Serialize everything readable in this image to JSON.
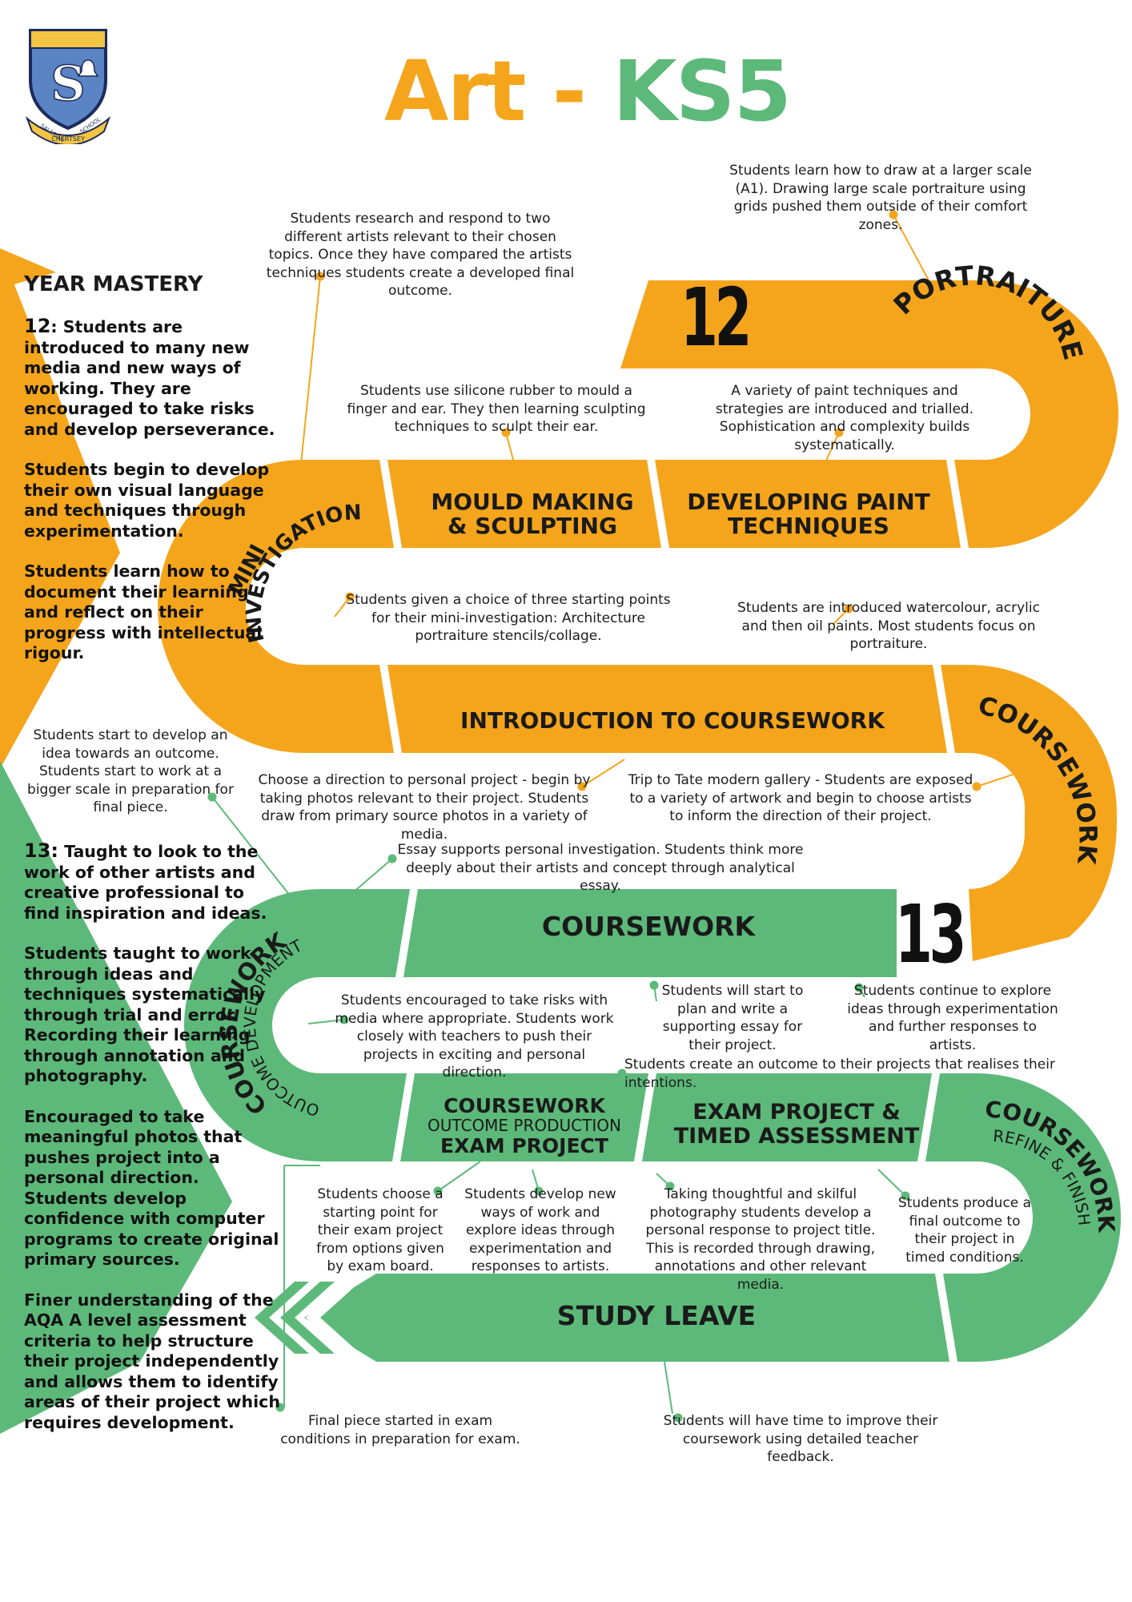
{
  "header": {
    "title_part1": "Art - ",
    "title_part2": "KS5"
  },
  "logo": {
    "text_left": "SALESIAN",
    "text_right": "SCHOOL",
    "text_bottom": "CHERTSEY",
    "colors": {
      "shield": "#5B84C4",
      "gold": "#F2C542",
      "navy": "#1D2A5C"
    }
  },
  "colors": {
    "orange": "#F5A51C",
    "green": "#5DB97A",
    "text": "#1a1a1a"
  },
  "sidebar": {
    "heading": "YEAR MASTERY",
    "y12_num": "12",
    "y12_text": ": Students are introduced to many new media and new ways of working. They are encouraged to take risks and develop perseverance.",
    "y12_p2": "Students begin to develop their own visual language and techniques through experimentation.",
    "y12_p3": "Students learn how to document their learning and reflect on their progress with intellectual rigour.",
    "y13_num": "13:",
    "y13_text": " Taught to look to the work of other artists and creative professional to find inspiration and ideas.",
    "y13_p2": "Students taught to work through ideas and techniques systematically through trial and error. Recording their learning through annotation and photography.",
    "y13_p3": "Encouraged to take meaningful photos that pushes project into a personal direction. Students develop confidence with computer programs to create original primary sources.",
    "y13_p4": "Finer understanding of the AQA A level assessment criteria to help structure their project independently and allows them to identify areas of their project which requires development."
  },
  "road": {
    "year12": "12",
    "year13": "13",
    "portraiture": "PORTRAITURE",
    "developing_paint_1": "DEVELOPING PAINT",
    "developing_paint_2": "TECHNIQUES",
    "mould_1": "MOULD MAKING",
    "mould_2": "& SCULPTING",
    "mini_1": "MINI",
    "mini_2": "INVESTIGATION",
    "intro": "INTRODUCTION TO COURSEWORK",
    "coursework_right": "COURSEWORK",
    "coursework_mid": "COURSEWORK",
    "coursework_left": "COURSEWORK",
    "outcome_dev": "OUTCOME DEVELOPMENT",
    "cw_prod_1": "COURSEWORK",
    "cw_prod_2": "OUTCOME PRODUCTION",
    "cw_prod_3": "EXAM PROJECT",
    "exam_1": "EXAM PROJECT &",
    "exam_2": "TIMED ASSESSMENT",
    "refine_1": "COURSEWORK",
    "refine_2": "REFINE & FINISH",
    "study_leave": "STUDY LEAVE"
  },
  "notes": {
    "portraiture": "Students learn how to draw at a larger scale (A1). Drawing large scale portraiture using grids pushed them outside of their comfort zones.",
    "research": "Students research and respond to two different artists relevant to their chosen topics. Once they have compared the artists techniques students create a developed final outcome.",
    "silicone": "Students use silicone rubber to mould a finger and ear. They then learning sculpting techniques to sculpt their ear.",
    "paint": "A variety of paint techniques and strategies are introduced and trialled. Sophistication and complexity builds systematically.",
    "choice": "Students given a choice of three starting points for their mini-investigation: Architecture portraiture stencils/collage.",
    "watercolour": "Students are introduced watercolour, acrylic and then oil paints. Most students focus on portraiture.",
    "develop_idea": "Students start to develop an idea towards an outcome. Students start to work at a bigger scale in preparation for final piece.",
    "direction": "Choose a direction to personal project - begin by taking photos relevant to their project. Students draw from primary source photos in a variety of media.",
    "tate": "Trip to Tate modern gallery - Students are exposed to a variety of artwork and begin to choose artists to inform the direction of their project.",
    "essay": "Essay supports personal investigation. Students think more deeply about their artists and concept through analytical essay.",
    "risks": "Students encouraged to take risks with media where appropriate. Students work closely with teachers to push their projects in exciting and personal direction.",
    "plan": "Students will start to plan and write a supporting essay for their project.",
    "explore": "Students continue to explore ideas through experimentation and further responses to artists.",
    "outcome": "Students create an outcome to their projects that realises their intentions.",
    "exam_start": "Students choose a starting point for their exam project from options given by exam board.",
    "new_ways": "Students develop new ways of work and explore ideas through experimentation and responses to artists.",
    "photography": "Taking thoughtful and skilful photography students develop a personal response to project title. This is recorded through drawing, annotations and other relevant media.",
    "final_outcome": "Students produce a final outcome to their project in timed conditions.",
    "final_piece": "Final piece started in exam conditions in preparation for exam.",
    "improve": "Students will have time to improve their coursework using detailed teacher feedback."
  }
}
